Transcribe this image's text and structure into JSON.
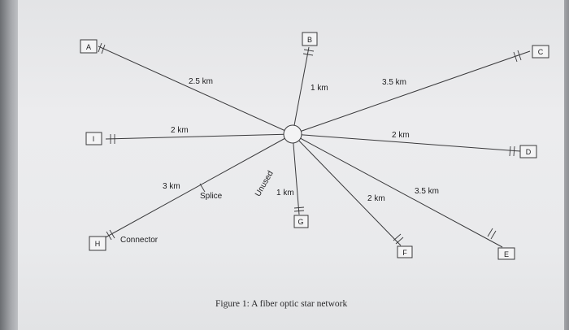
{
  "nodes": {
    "A": "A",
    "B": "B",
    "C": "C",
    "D": "D",
    "E": "E",
    "F": "F",
    "G": "G",
    "H": "H",
    "I": "I"
  },
  "labels": {
    "A": "2.5 km",
    "B": "1 km",
    "C": "3.5 km",
    "I": "2 km",
    "D": "2 km",
    "H": "3 km",
    "splice": "Splice",
    "unused": "Unused",
    "G": "1 km",
    "F": "2 km",
    "E": "3.5 km",
    "connector": "Connector"
  },
  "caption": "Figure 1: A fiber optic star network"
}
